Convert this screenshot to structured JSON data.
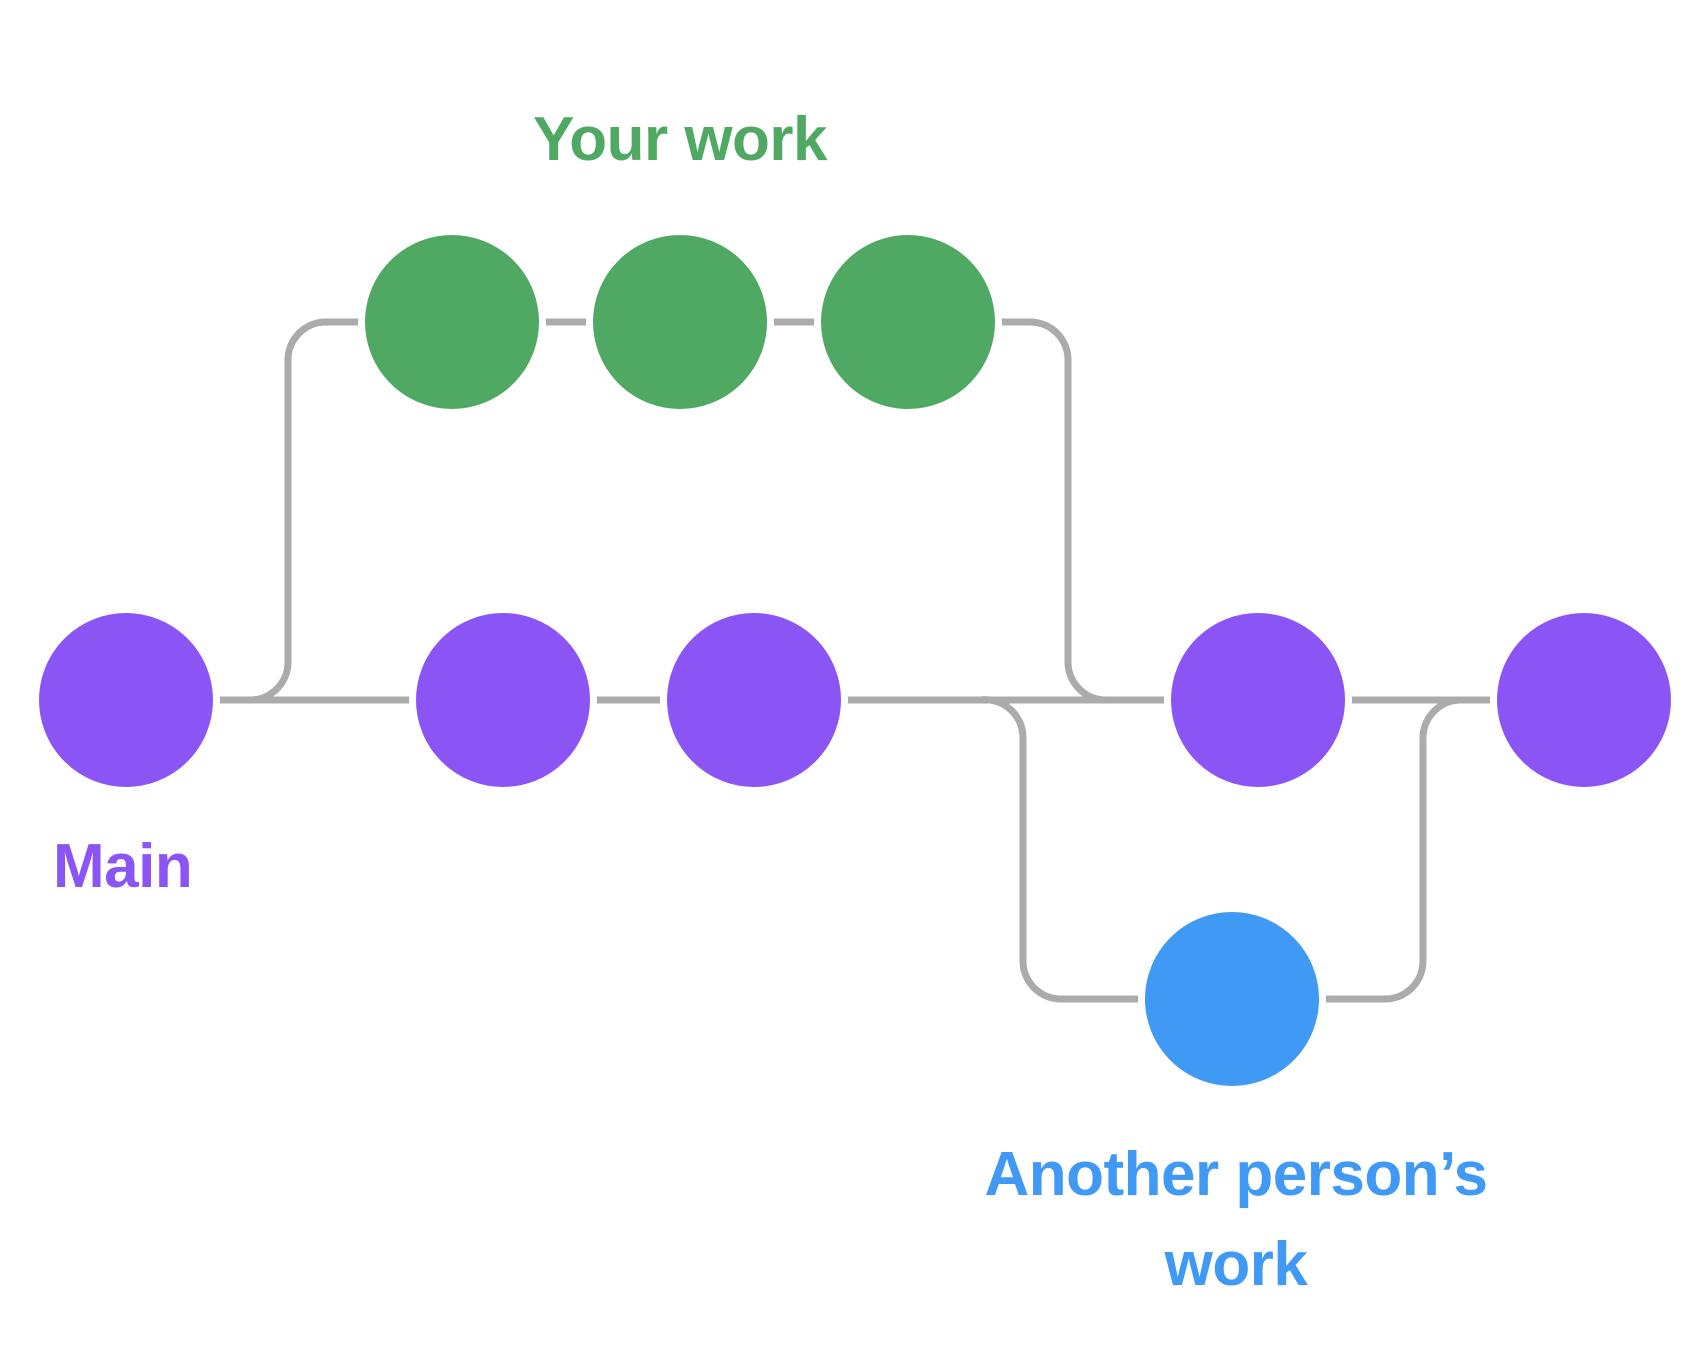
{
  "colors": {
    "background": "#ffffff",
    "connector": "#ababab",
    "main_purple": "#8b55f6",
    "your_work_green": "#50a963",
    "another_blue": "#4099f4"
  },
  "labels": {
    "your_work": "Your work",
    "main": "Main",
    "another_person_line1": "Another person’s",
    "another_person_line2": "work"
  },
  "graph": {
    "branches": [
      {
        "name": "Main",
        "color": "#8b55f6",
        "commit_count": 5
      },
      {
        "name": "Your work",
        "color": "#50a963",
        "commit_count": 3
      },
      {
        "name": "Another person’s work",
        "color": "#4099f4",
        "commit_count": 1
      }
    ]
  }
}
